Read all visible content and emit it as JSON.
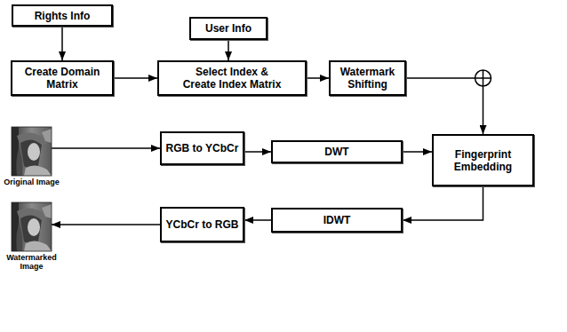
{
  "diagram": {
    "nodes": [
      {
        "text": [
          "Rights Info"
        ]
      },
      {
        "text": [
          "User Info"
        ]
      },
      {
        "text": [
          "Create Domain Matrix"
        ]
      },
      {
        "text": [
          "Select Index & Create Index Matrix"
        ]
      },
      {
        "text": [
          "Watermark Shifting"
        ]
      },
      {
        "text": [
          "Original Image"
        ]
      },
      {
        "text": [
          "RGB to YCbCr"
        ]
      },
      {
        "text": [
          "DWT"
        ]
      },
      {
        "text": [
          "Fingerprint Embedding"
        ]
      },
      {
        "text": [
          "Watermarked Image"
        ]
      },
      {
        "text": [
          "YCbCr to RGB"
        ]
      },
      {
        "text": [
          "IDWT"
        ]
      }
    ],
    "edges": [
      {
        "from": 0,
        "to": 2,
        "arrow": "to"
      },
      {
        "from": 1,
        "to": 3,
        "arrow": "to"
      },
      {
        "from": 2,
        "to": 3,
        "arrow": "to"
      },
      {
        "from": 3,
        "to": 4,
        "arrow": "to"
      },
      {
        "from": 4,
        "to": 8,
        "arrow": "to"
      },
      {
        "from": 5,
        "to": 6,
        "arrow": "to"
      },
      {
        "from": 6,
        "to": 7,
        "arrow": "to"
      },
      {
        "from": 7,
        "to": 8,
        "arrow": "to"
      },
      {
        "from": 8,
        "to": 11,
        "arrow": "to"
      },
      {
        "from": 11,
        "to": 10,
        "arrow": "to"
      },
      {
        "from": 10,
        "to": 9,
        "arrow": "to"
      }
    ]
  }
}
